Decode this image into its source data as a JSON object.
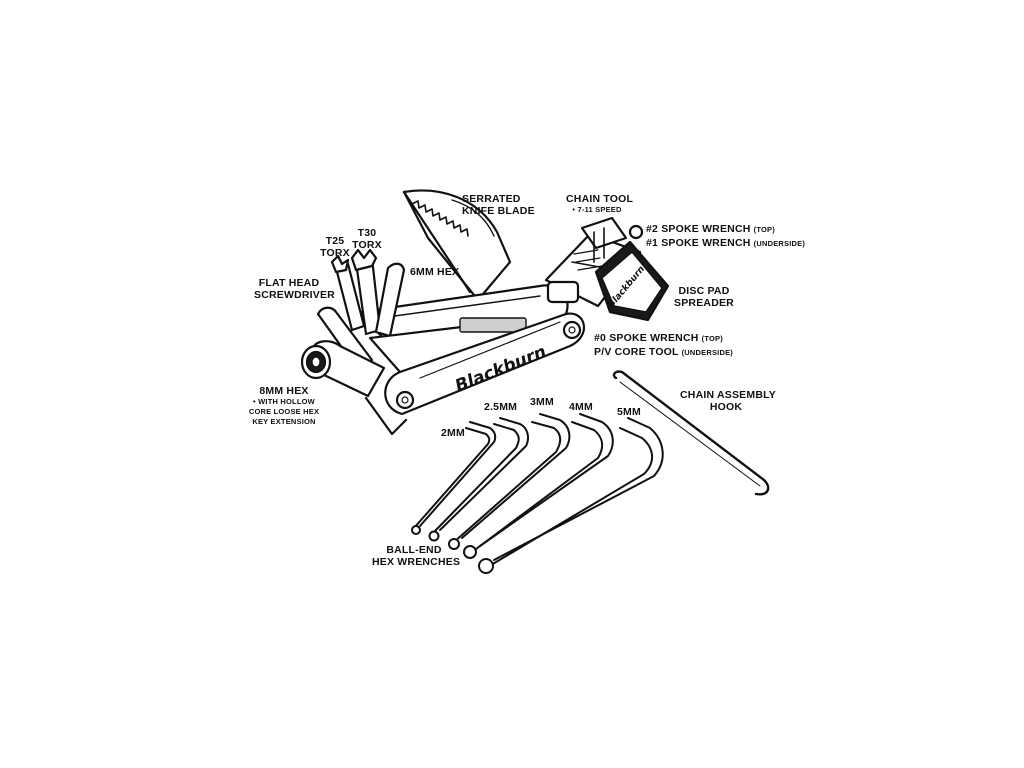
{
  "labels": {
    "knife": [
      "SERRATED",
      "KNIFE BLADE"
    ],
    "chain_tool": "CHAIN TOOL",
    "chain_tool_sub": "• 7-11 SPEED",
    "spoke2": "#2 SPOKE WRENCH",
    "spoke2_note": "(TOP)",
    "spoke1": "#1 SPOKE WRENCH",
    "spoke1_note": "(UNDERSIDE)",
    "disc_pad": [
      "DISC PAD",
      "SPREADER"
    ],
    "spoke0": "#0 SPOKE WRENCH",
    "spoke0_note": "(TOP)",
    "pv_core": "P/V CORE TOOL",
    "pv_core_note": "(UNDERSIDE)",
    "t25": [
      "T25",
      "TORX"
    ],
    "t30": [
      "T30",
      "TORX"
    ],
    "hex6": "6MM HEX",
    "flat_head": [
      "FLAT HEAD",
      "SCREWDRIVER"
    ],
    "hex8": "8MM HEX",
    "hex8_sub": [
      "• WITH HOLLOW",
      "CORE LOOSE HEX",
      "KEY EXTENSION"
    ],
    "chain_hook": [
      "CHAIN ASSEMBLY",
      "HOOK"
    ],
    "size_2": "2MM",
    "size_25": "2.5MM",
    "size_3": "3MM",
    "size_4": "4MM",
    "size_5": "5MM",
    "ball_end": [
      "BALL-END",
      "HEX WRENCHES"
    ]
  },
  "brand": {
    "main": "Blackburn",
    "chain_tool": "Blackburn"
  },
  "colors": {
    "ink": "#111111",
    "fill_light": "#ffffff",
    "fill_shade": "#cfcfcf",
    "fill_dark": "#1a1a1a"
  }
}
